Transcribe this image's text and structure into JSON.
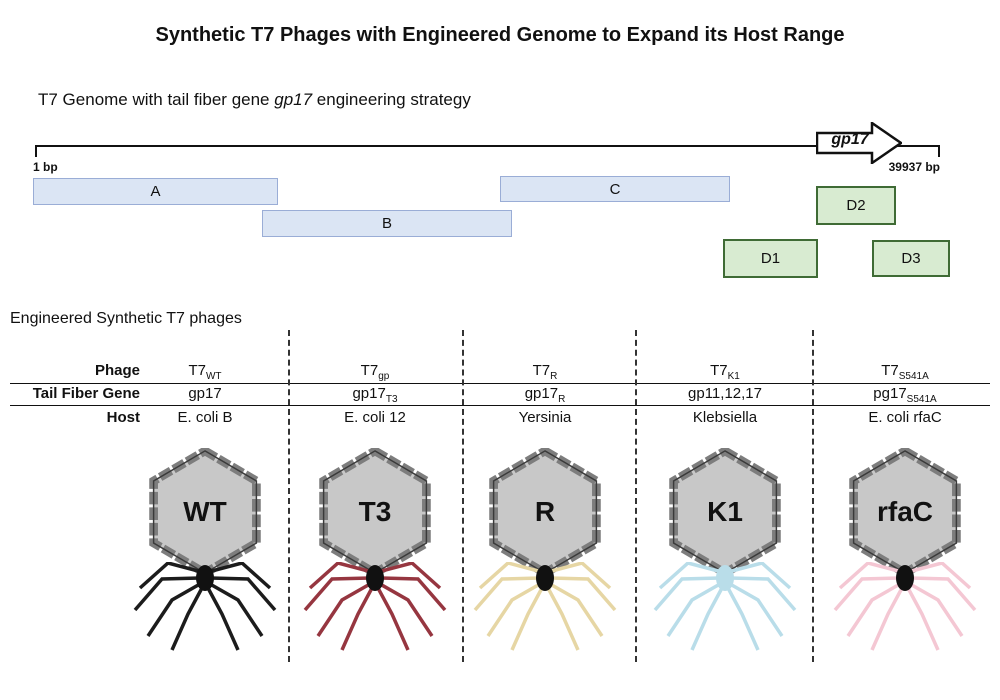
{
  "title": "Synthetic T7 Phages with Engineered Genome to Expand its Host Range",
  "genome": {
    "heading_prefix": "T7 Genome with tail fiber gene ",
    "heading_gene": "gp17",
    "heading_suffix": " engineering strategy",
    "start_label": "1 bp",
    "end_label": "39937 bp",
    "gene_arrow_label": "gp17",
    "regions": [
      {
        "label": "A",
        "type": "blue"
      },
      {
        "label": "B",
        "type": "blue"
      },
      {
        "label": "C",
        "type": "blue"
      },
      {
        "label": "D1",
        "type": "green"
      },
      {
        "label": "D2",
        "type": "green"
      },
      {
        "label": "D3",
        "type": "green"
      }
    ],
    "colors": {
      "blue_fill": "#dbe5f4",
      "blue_border": "#9aadd6",
      "green_fill": "#d8ebd1",
      "green_border": "#3f6b35"
    }
  },
  "section2_heading": "Engineered Synthetic T7 phages",
  "table": {
    "row_labels": {
      "phage": "Phage",
      "gene": "Tail Fiber Gene",
      "host": "Host"
    },
    "columns": [
      {
        "phage_base": "T7",
        "phage_sub": "WT",
        "gene_base": "gp17",
        "gene_sub": "",
        "host": "E. coli B",
        "capsid_label": "WT",
        "fiber_color": "#1c1c1c",
        "hub_color": "#111111"
      },
      {
        "phage_base": "T7",
        "phage_sub": "gp",
        "gene_base": "gp17",
        "gene_sub": "T3",
        "host": "E. coli 12",
        "capsid_label": "T3",
        "fiber_color": "#963640",
        "hub_color": "#111111"
      },
      {
        "phage_base": "T7",
        "phage_sub": "R",
        "gene_base": "gp17",
        "gene_sub": "R",
        "host": "Yersinia",
        "capsid_label": "R",
        "fiber_color": "#e6d6a4",
        "hub_color": "#111111"
      },
      {
        "phage_base": "T7",
        "phage_sub": "K1",
        "gene_base": "gp11,12,17",
        "gene_sub": "",
        "host": "Klebsiella",
        "capsid_label": "K1",
        "fiber_color": "#b9dde9",
        "hub_color": "#b9dde9"
      },
      {
        "phage_base": "T7",
        "phage_sub": "S541A",
        "gene_base": "pg17",
        "gene_sub": "S541A",
        "host": "E. coli rfaC",
        "capsid_label": "rfaC",
        "fiber_color": "#f4c7d3",
        "hub_color": "#111111"
      }
    ],
    "capsid_fill": "#c8c8c8",
    "capsid_border": "#7d7d7d"
  }
}
